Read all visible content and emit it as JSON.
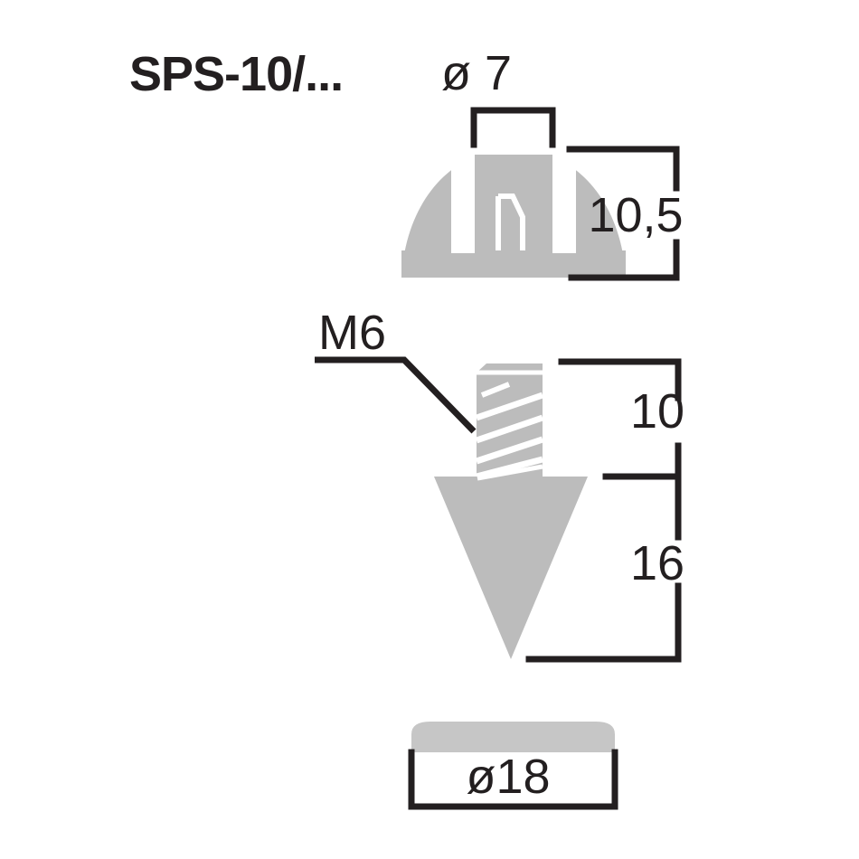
{
  "drawing": {
    "title": "SPS-10/...",
    "background_color": "#ffffff",
    "part_color": "#bcbcbc",
    "line_color": "#231f20",
    "views": {
      "cup_washer": {
        "name": "cup-washer-view",
        "dimensions": {
          "bore_diameter": "ø 7",
          "height": "10,5"
        }
      },
      "spike": {
        "name": "spike-cone-view",
        "dimensions": {
          "thread": "M6",
          "thread_length": "10",
          "cone_height": "16"
        }
      },
      "pad": {
        "name": "base-pad-view",
        "dimensions": {
          "outer_diameter": "ø18"
        }
      }
    }
  },
  "labels": {
    "title": "SPS-10/...",
    "dia7": "ø 7",
    "h105": "10,5",
    "m6": "M6",
    "len10": "10",
    "len16": "16",
    "dia18": "ø18"
  }
}
